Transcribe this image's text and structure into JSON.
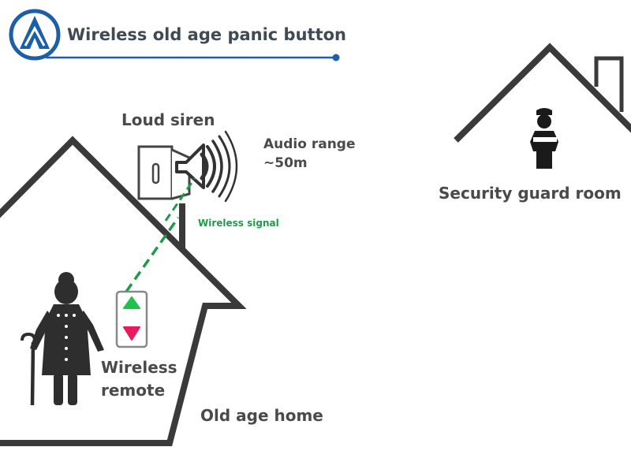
{
  "header": {
    "title": "Wireless old age panic button",
    "logo_icon": "triangle-logo-icon",
    "accent_color": "#1a5fa8"
  },
  "labels": {
    "loud_siren": "Loud siren",
    "audio_range_line1": "Audio range",
    "audio_range_line2": "~50m",
    "wireless_signal": "Wireless signal",
    "wireless_remote_line1": "Wireless",
    "wireless_remote_line2": "remote",
    "old_age_home": "Old age home",
    "security_guard_room": "Security guard room"
  },
  "icons": {
    "siren": "siren-icon",
    "speaker": "megaphone-icon",
    "remote": "panic-remote-icon",
    "elderly": "elderly-person-icon",
    "guard": "security-guard-icon"
  },
  "colors": {
    "house_stroke": "#3a3a3a",
    "signal": "#1f9a4a",
    "remote_up": "#1fc24a",
    "remote_down": "#e8195e",
    "label_text": "#4a4a4a"
  }
}
